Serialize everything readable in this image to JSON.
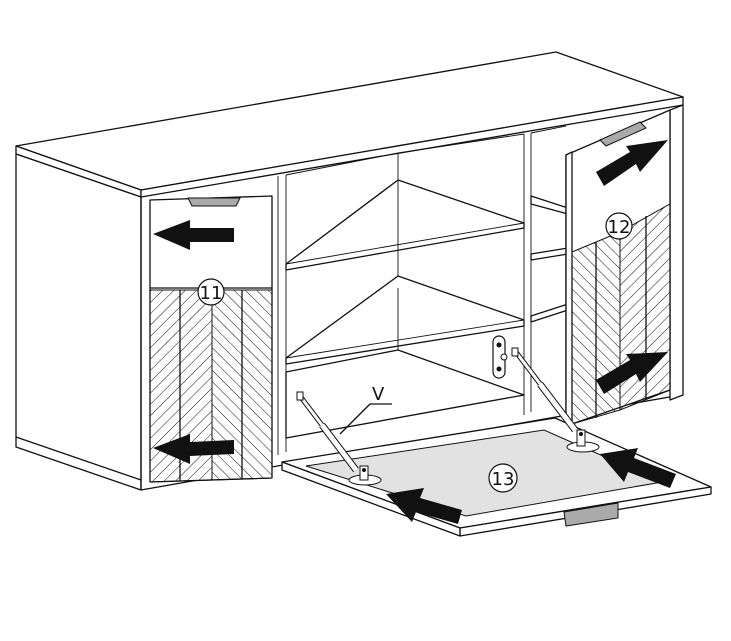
{
  "labels": {
    "left_door": "11",
    "right_door": "12",
    "flap_door": "13",
    "gas_strut": "V"
  },
  "colors": {
    "line": "#111111",
    "handle": "#aaaaaa",
    "flap_panel": "#e2e2e2",
    "arrow": "#111111"
  },
  "icons": {
    "arrows": "direction-arrow-icon",
    "hinges": "hinge-icon",
    "struts": "gas-strut-icon"
  }
}
